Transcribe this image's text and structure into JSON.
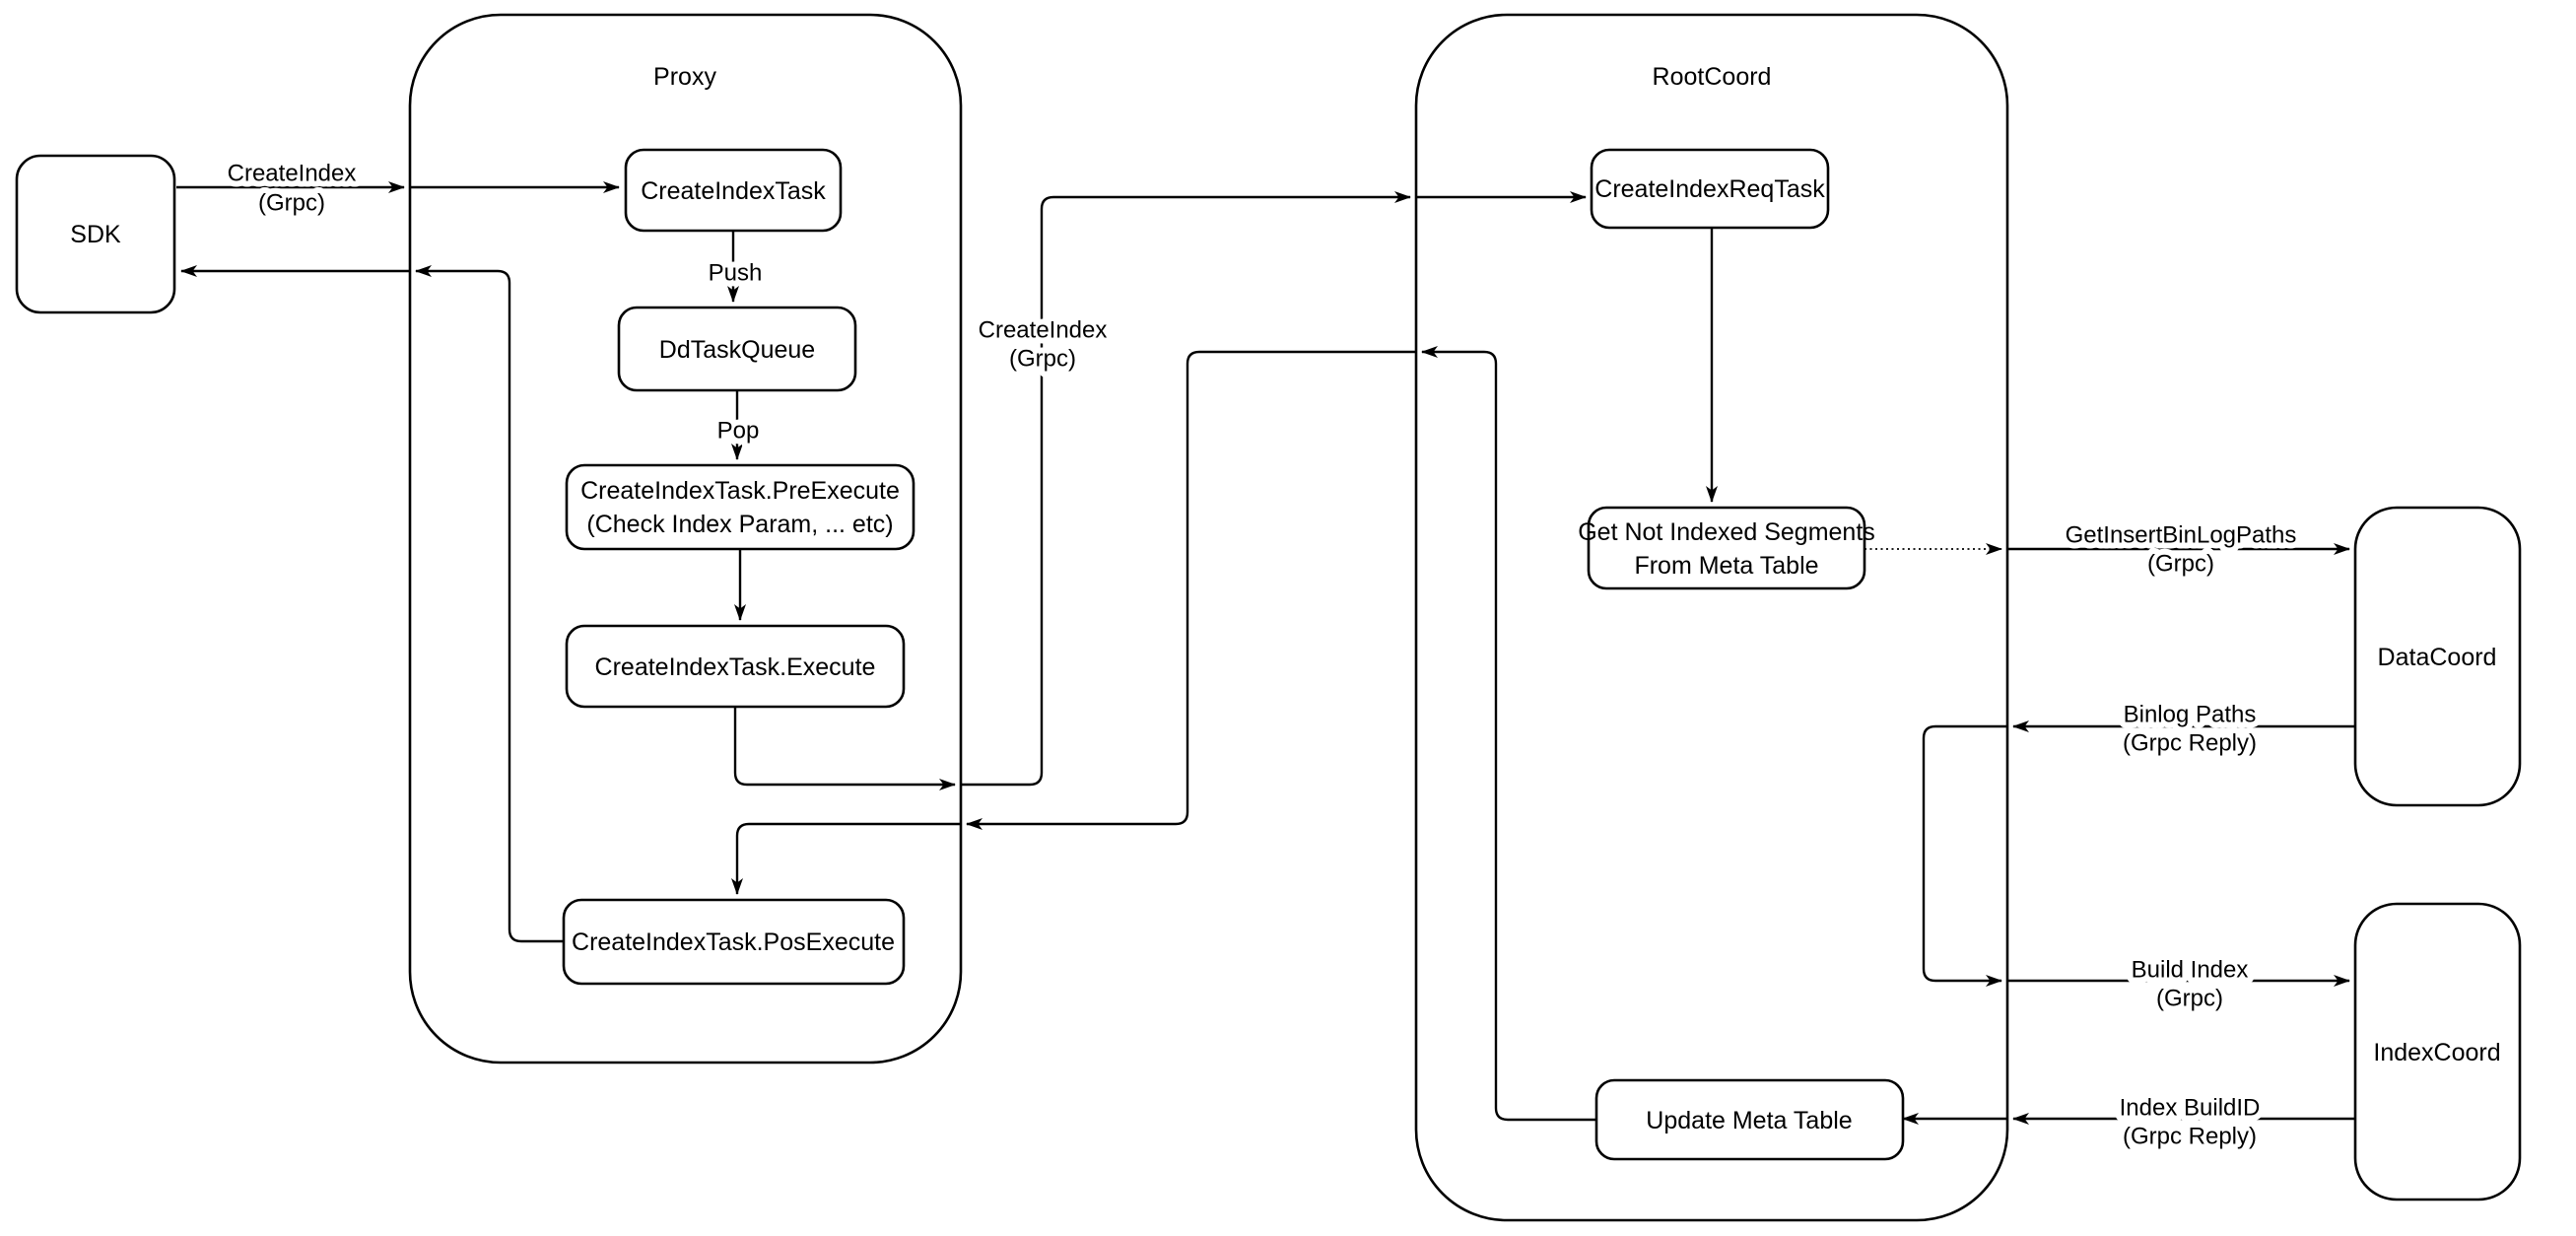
{
  "diagram": {
    "colors": {
      "stroke": "#000000",
      "background": "#ffffff"
    },
    "containers": {
      "proxy": {
        "title": "Proxy"
      },
      "rootcoord": {
        "title": "RootCoord"
      }
    },
    "nodes": {
      "sdk": {
        "label": "SDK"
      },
      "create_index_task": {
        "label": "CreateIndexTask"
      },
      "dd_task_queue": {
        "label": "DdTaskQueue"
      },
      "pre_execute": {
        "line1": "CreateIndexTask.PreExecute",
        "line2": "(Check Index Param, ... etc)"
      },
      "execute": {
        "label": "CreateIndexTask.Execute"
      },
      "pos_execute": {
        "label": "CreateIndexTask.PosExecute"
      },
      "create_index_req_task": {
        "label": "CreateIndexReqTask"
      },
      "get_not_indexed": {
        "line1": "Get Not Indexed Segments",
        "line2": "From Meta Table"
      },
      "update_meta_table": {
        "label": "Update Meta Table"
      },
      "datacoord": {
        "label": "DataCoord"
      },
      "indexcoord": {
        "label": "IndexCoord"
      }
    },
    "edge_labels": {
      "sdk_create_index": {
        "line1": "CreateIndex",
        "line2": "(Grpc)"
      },
      "push": "Push",
      "pop": "Pop",
      "proxy_create_index": {
        "line1": "CreateIndex",
        "line2": "(Grpc)"
      },
      "get_insert_binlog_paths": {
        "line1": "GetInsertBinLogPaths",
        "line2": "(Grpc)"
      },
      "binlog_paths": {
        "line1": "Binlog Paths",
        "line2": "(Grpc Reply)"
      },
      "build_index": {
        "line1": "Build Index",
        "line2": "(Grpc)"
      },
      "index_buildid": {
        "line1": "Index BuildID",
        "line2": "(Grpc Reply)"
      }
    }
  }
}
